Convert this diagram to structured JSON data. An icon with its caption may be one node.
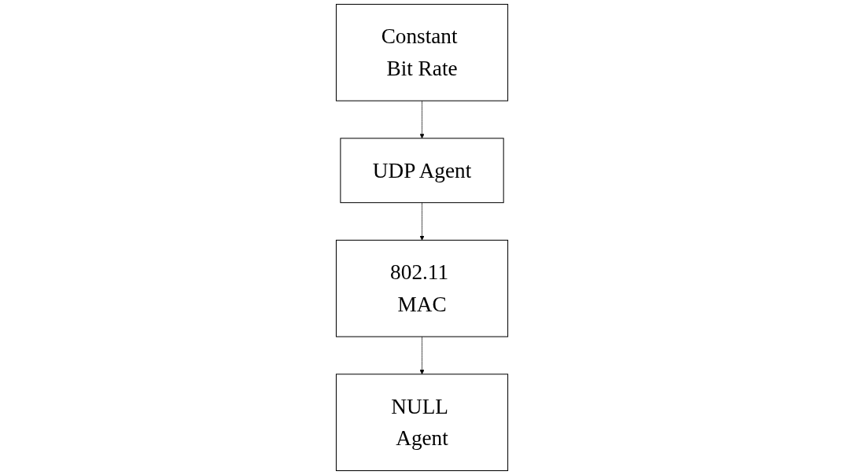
{
  "diagram": {
    "nodes": [
      {
        "text": [
          "Constant Bit Rate"
        ]
      },
      {
        "text": [
          "UDP Agent"
        ]
      },
      {
        "text": [
          "NULL Agent"
        ]
      },
      {
        "text": [
          "802.11 MAC"
        ]
      }
    ],
    "edges": [
      {
        "from": 0,
        "to": 1,
        "arrow": "to"
      },
      {
        "from": 1,
        "to": 3,
        "arrow": "to"
      },
      {
        "from": 3,
        "to": 2,
        "arrow": "to"
      }
    ]
  }
}
